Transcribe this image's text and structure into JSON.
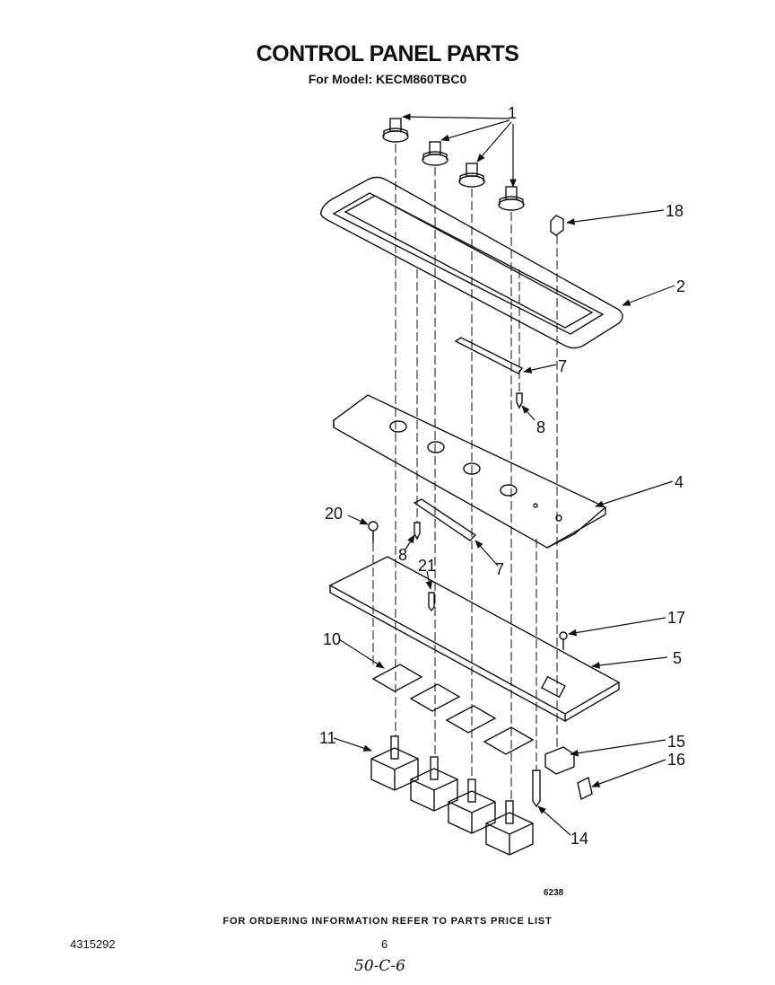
{
  "header": {
    "title": "CONTROL PANEL PARTS",
    "model": "For Model: KECM860TBC0"
  },
  "diagram": {
    "figure_number": "6238",
    "callouts": [
      "1",
      "18",
      "2",
      "7",
      "8",
      "4",
      "20",
      "8",
      "21",
      "7",
      "17",
      "10",
      "5",
      "11",
      "15",
      "16",
      "14"
    ]
  },
  "footer": {
    "ordering_note": "FOR ORDERING INFORMATION REFER TO PARTS PRICE LIST",
    "part_number": "4315292",
    "page_number": "6",
    "handwritten": "50-C-6"
  }
}
